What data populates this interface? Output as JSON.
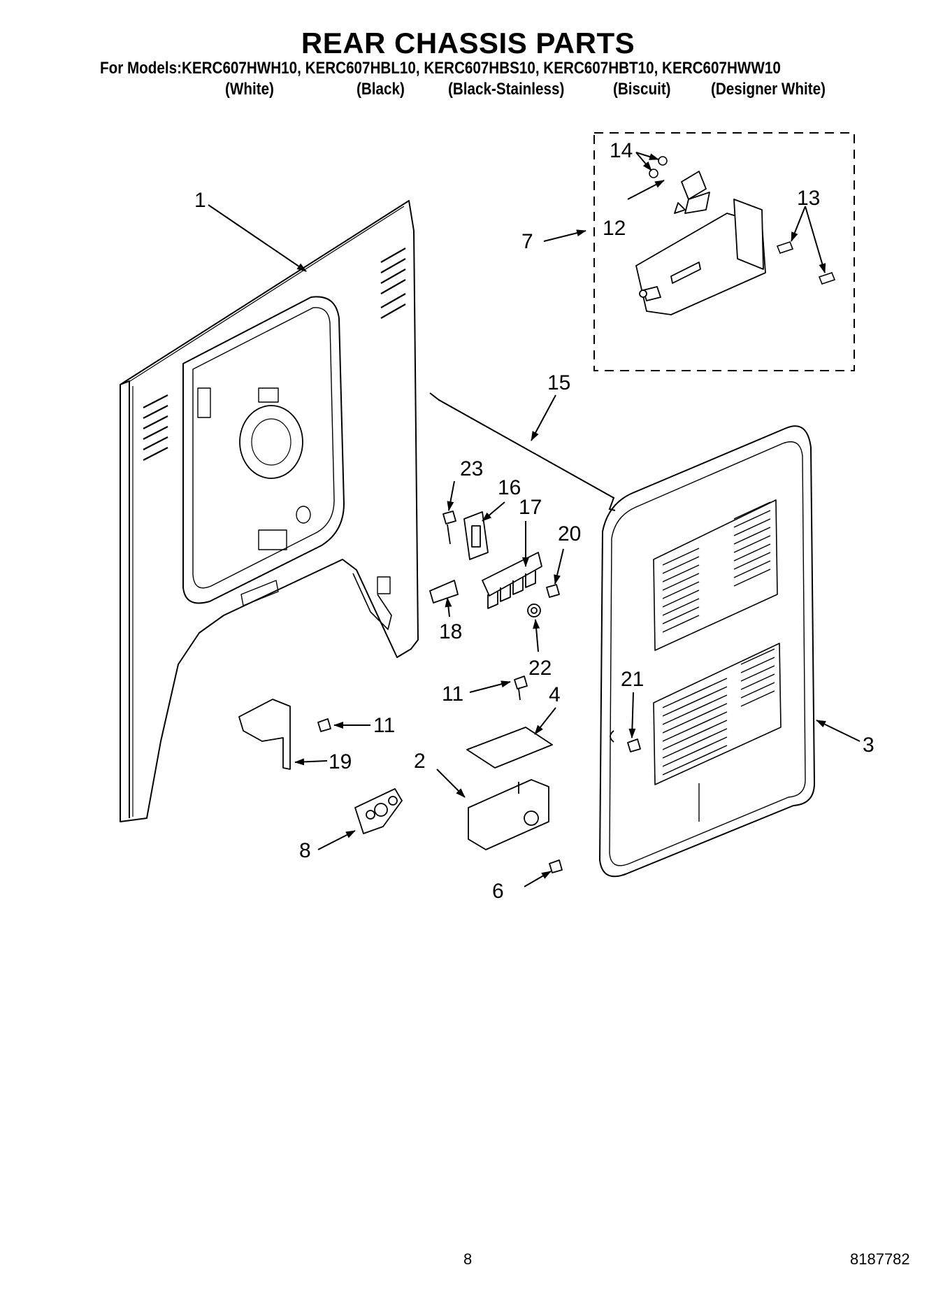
{
  "header": {
    "title": "REAR CHASSIS PARTS",
    "models_line": "For Models:KERC607HWH10, KERC607HBL10, KERC607HBS10, KERC607HBT10, KERC607HWW10",
    "colors": [
      "(White)",
      "(Black)",
      "(Black-Stainless)",
      "(Biscuit)",
      "(Designer White)"
    ]
  },
  "callouts": {
    "c1": "1",
    "c2": "2",
    "c3": "3",
    "c4": "4",
    "c6": "6",
    "c7": "7",
    "c8": "8",
    "c11a": "11",
    "c11b": "11",
    "c12": "12",
    "c13": "13",
    "c14": "14",
    "c15": "15",
    "c16": "16",
    "c17": "17",
    "c18": "18",
    "c19": "19",
    "c20": "20",
    "c21": "21",
    "c22": "22",
    "c23": "23"
  },
  "footer": {
    "page_number": "8",
    "doc_number": "8187782"
  }
}
